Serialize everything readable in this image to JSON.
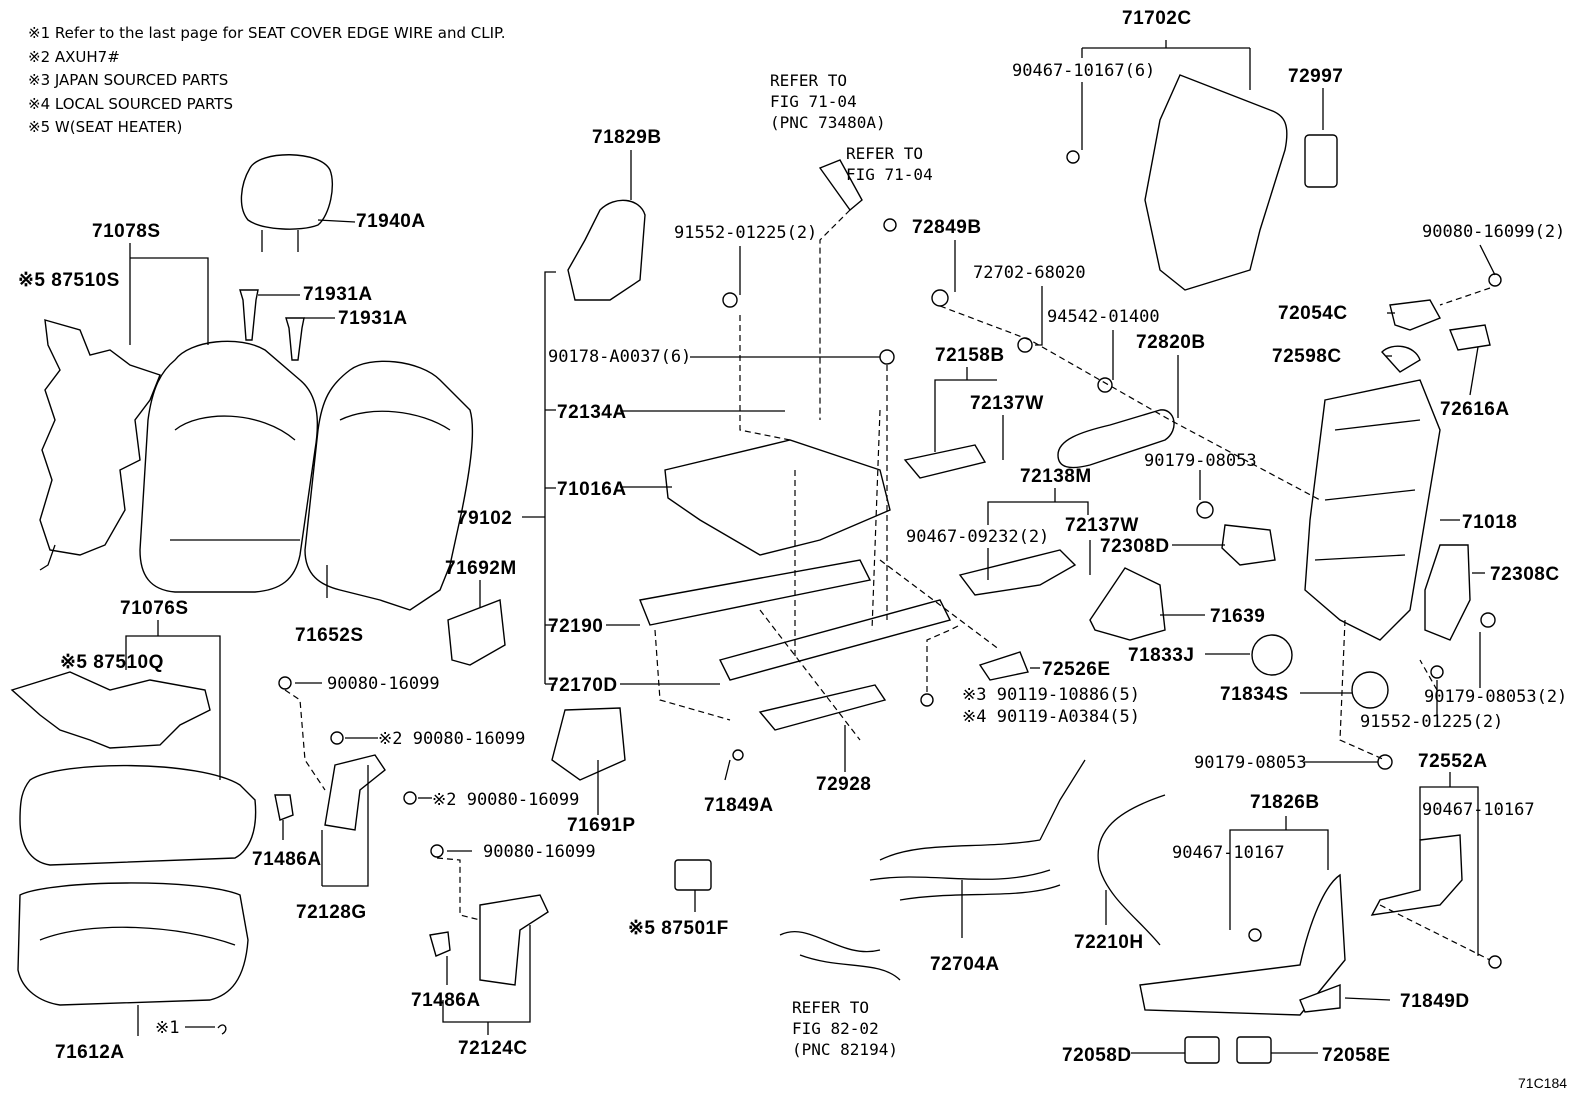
{
  "notes": [
    "※1 Refer to the last page for SEAT COVER EDGE WIRE and CLIP.",
    "※2 AXUH7#",
    "※3 JAPAN SOURCED PARTS",
    "※4 LOCAL SOURCED PARTS",
    "※5 W(SEAT HEATER)"
  ],
  "refs": {
    "r1": [
      "REFER TO",
      "FIG 71-04",
      "(PNC 73480A)"
    ],
    "r2": [
      "REFER TO",
      "FIG 71-04"
    ],
    "r3": [
      "REFER TO",
      "FIG 82-02",
      "(PNC 82194)"
    ]
  },
  "labels": {
    "p71702C": "71702C",
    "p90467_10167_6": "90467-10167(6)",
    "p72997": "72997",
    "p71829B": "71829B",
    "p71940A": "71940A",
    "p71078S": "71078S",
    "p87510S": "※5 87510S",
    "p71931A_1": "71931A",
    "p71931A_2": "71931A",
    "p91552_01225_2a": "91552-01225(2)",
    "p72849B": "72849B",
    "p72702_68020": "72702-68020",
    "p94542_01400": "94542-01400",
    "p90080_16099_2": "90080-16099(2)",
    "p72054C": "72054C",
    "p72598C": "72598C",
    "p72616A": "72616A",
    "p90178_A0037": "90178-A0037(6)",
    "p72158B": "72158B",
    "p72820B": "72820B",
    "p72134A": "72134A",
    "p72137W_1": "72137W",
    "p90179_08053_a": "90179-08053",
    "p71016A": "71016A",
    "p72138M": "72138M",
    "p79102": "79102",
    "p71018": "71018",
    "p90467_09232": "90467-09232(2)",
    "p72137W_2": "72137W",
    "p72308D": "72308D",
    "p72308C": "72308C",
    "p71692M": "71692M",
    "p71652S": "71652S",
    "p71076S": "71076S",
    "p72190": "72190",
    "p71639": "71639",
    "p87510Q": "※5 87510Q",
    "p71833J": "71833J",
    "p72526E": "72526E",
    "p90080_16099_a": "90080-16099",
    "p72170D": "72170D",
    "p90119_10886": "※3 90119-10886(5)",
    "p71834S": "71834S",
    "p90179_08053_2": "90179-08053(2)",
    "p90119_A0384": "※4 90119-A0384(5)",
    "p90080_16099_b": "※2 90080-16099",
    "p91552_01225_2b": "91552-01225(2)",
    "p90179_08053_b": "90179-08053",
    "p72552A": "72552A",
    "p90080_16099_c": "※2 90080-16099",
    "p72928": "72928",
    "p71849A": "71849A",
    "p71691P": "71691P",
    "p71826B": "71826B",
    "p90467_10167_a": "90467-10167",
    "p71486A_1": "71486A",
    "p90080_16099_d": "90080-16099",
    "p90467_10167_b": "90467-10167",
    "p72128G": "72128G",
    "p87501F": "※5 87501F",
    "p72704A": "72704A",
    "p72210H": "72210H",
    "p71486A_2": "71486A",
    "p71849D": "71849D",
    "p71612A": "71612A",
    "p_note1_clip": "※1",
    "p72124C": "72124C",
    "p72058D": "72058D",
    "p72058E": "72058E"
  },
  "figure_id": "71C184"
}
